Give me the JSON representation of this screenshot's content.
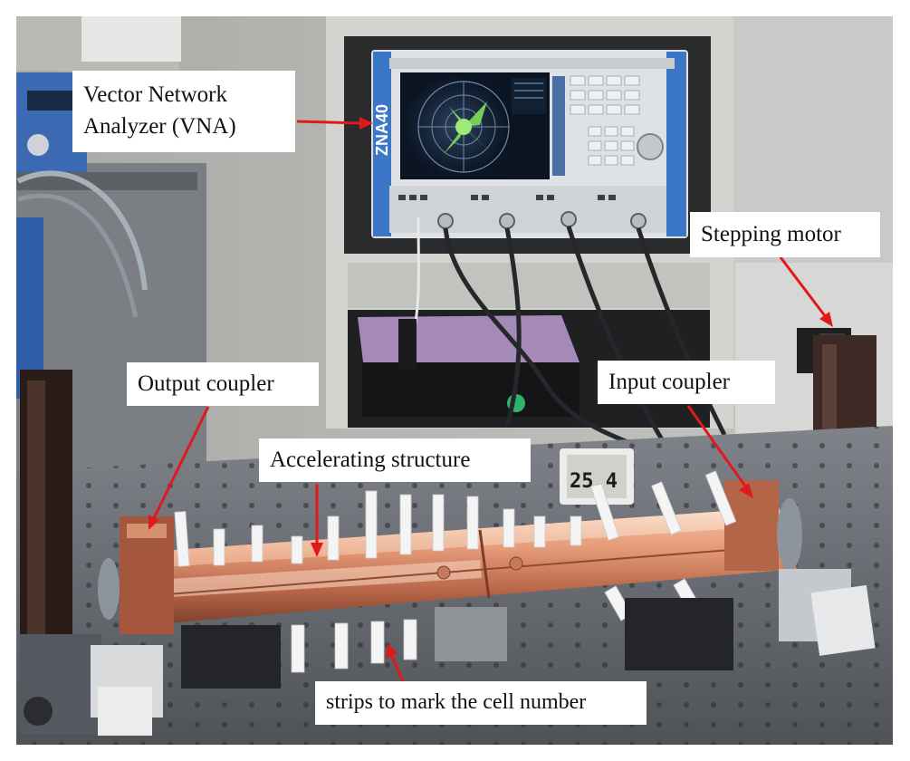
{
  "labels": {
    "vna": "Vector Network\nAnalyzer (VNA)",
    "stepping_motor": "Stepping motor",
    "output_coupler": "Output coupler",
    "input_coupler": "Input coupler",
    "accelerating_structure": "Accelerating structure",
    "strips": "strips to mark the cell number"
  },
  "instrument": {
    "vna_model": "ZNA40",
    "thermometer_display": "25.4"
  },
  "colors": {
    "arrow": "#e0191c",
    "copper": "#d9896a",
    "table": "#5e6166",
    "cabinet": "#d3d4d0",
    "vna_body": "#dfe2e5"
  }
}
